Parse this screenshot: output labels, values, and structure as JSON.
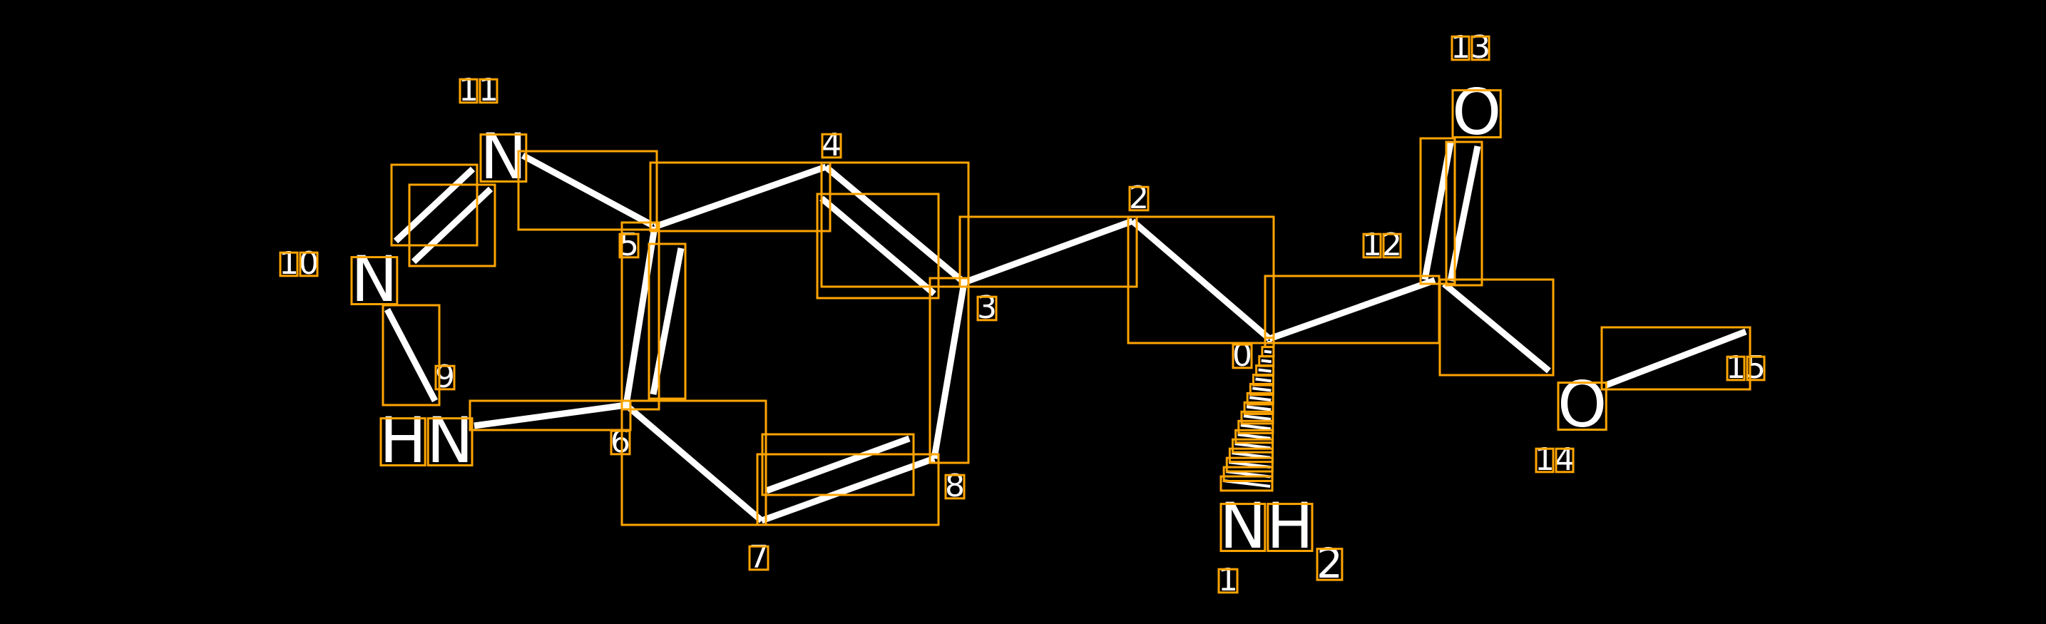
{
  "atoms": {
    "n11": "N",
    "n10": "N",
    "hn9": "HN",
    "nh1": "NH",
    "nh1_sub": "2",
    "o13": "O",
    "o14": "O"
  },
  "indices": [
    "0",
    "1",
    "2",
    "3",
    "4",
    "5",
    "6",
    "7",
    "8",
    "9",
    "10",
    "11",
    "12",
    "13",
    "14",
    "15"
  ],
  "colors": {
    "background": "#000000",
    "bond": "#FFFFFF",
    "box": "#FFA500"
  }
}
